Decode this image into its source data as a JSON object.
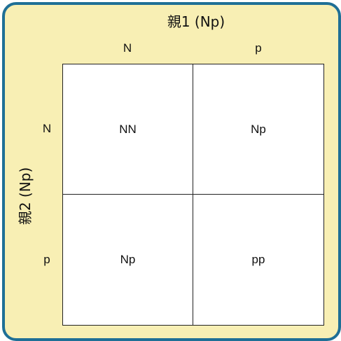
{
  "diagram": {
    "type": "punnett-square",
    "parent1_label": "親1 (Np)",
    "parent2_label": "親2 (Np)",
    "columns": [
      "N",
      "p"
    ],
    "rows": [
      "N",
      "p"
    ],
    "cells": [
      [
        "NN",
        "Np"
      ],
      [
        "Np",
        "pp"
      ]
    ]
  },
  "colors": {
    "background": "#f8efb4",
    "border": "#1f6f96",
    "grid": "#222222",
    "cell_fill": "#ffffff"
  }
}
